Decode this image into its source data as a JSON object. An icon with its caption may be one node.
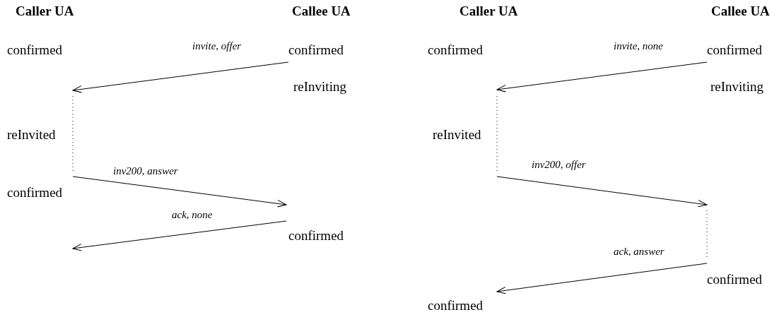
{
  "diagram": {
    "labels": [
      "Caller UA",
      "Callee UA",
      "confirmed",
      "invite, offer",
      "confirmed",
      "reInviting",
      "reInvited",
      "inv200, answer",
      "confirmed",
      "ack, none",
      "confirmed",
      "Caller UA",
      "Callee UA",
      "confirmed",
      "invite, none",
      "confirmed",
      "reInviting",
      "reInvited",
      "inv200, offer",
      "ack, answer",
      "confirmed",
      "confirmed"
    ]
  }
}
